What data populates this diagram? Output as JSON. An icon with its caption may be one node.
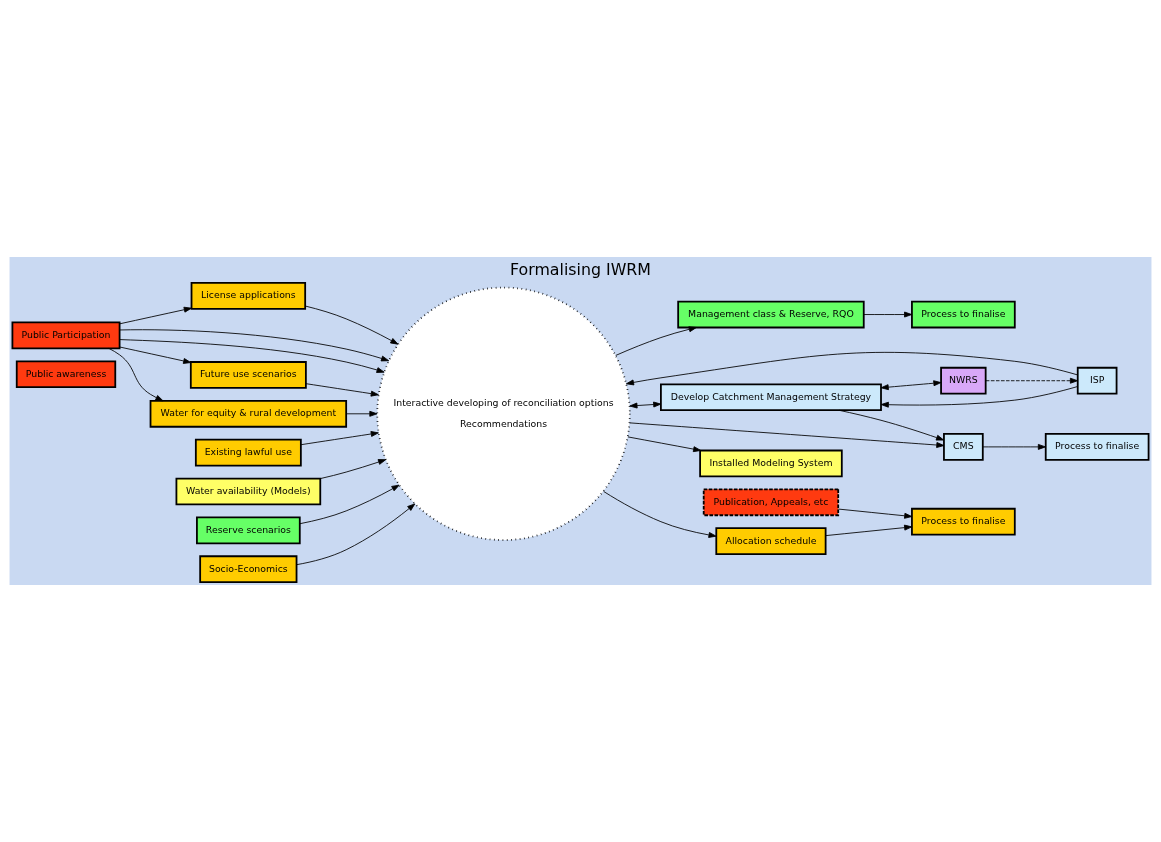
{
  "diagram": {
    "title": "Formalising IWRM",
    "nodes": [
      {
        "text": [
          "Public awareness"
        ]
      },
      {
        "text": [
          "Public Participation"
        ]
      },
      {
        "text": [
          "Publication, Appeals, etc"
        ]
      },
      {
        "text": [
          "Existing lawful use"
        ]
      },
      {
        "text": [
          "Water availability (Models)"
        ]
      },
      {
        "text": [
          "Reserve scenarios"
        ]
      },
      {
        "text": [
          "ISP"
        ]
      },
      {
        "text": [
          "License applications"
        ]
      },
      {
        "text": [
          "Interactive developing of reconciliation options",
          "Recommendations"
        ]
      },
      {
        "text": [
          "Develop Catchment Management Strategy"
        ]
      },
      {
        "text": [
          "NWRS"
        ]
      },
      {
        "text": [
          "Future use scenarios"
        ]
      },
      {
        "text": [
          "Water for equity & rural development"
        ]
      },
      {
        "text": [
          "Socio-Economics"
        ]
      },
      {
        "text": [
          "Allocation schedule"
        ]
      },
      {
        "text": [
          "Installed Modeling System"
        ]
      },
      {
        "text": [
          "Management class & Reserve, RQO"
        ]
      },
      {
        "text": [
          "CMS"
        ]
      },
      {
        "text": [
          "Process to finalise"
        ]
      },
      {
        "text": [
          "Process to finalise"
        ]
      },
      {
        "text": [
          "Process to finalise"
        ]
      }
    ],
    "edges": [
      {
        "from": 3,
        "to": 8,
        "arrow": "to"
      },
      {
        "from": 4,
        "to": 8,
        "arrow": "to"
      },
      {
        "from": 5,
        "to": 8,
        "arrow": "to"
      },
      {
        "from": 6,
        "to": 8,
        "arrow": "to"
      },
      {
        "from": 6,
        "to": 9,
        "arrow": "to"
      },
      {
        "from": 10,
        "to": 6,
        "arrow": "to",
        "style": "dashed"
      },
      {
        "from": 1,
        "to": 7,
        "arrow": "to"
      },
      {
        "from": 7,
        "to": 8,
        "arrow": "to"
      },
      {
        "from": 1,
        "to": 8,
        "arrow": "to"
      },
      {
        "from": 1,
        "to": 11,
        "arrow": "to"
      },
      {
        "from": 11,
        "to": 8,
        "arrow": "to"
      },
      {
        "from": 1,
        "to": 8,
        "arrow": "to"
      },
      {
        "from": 1,
        "to": 12,
        "arrow": "to"
      },
      {
        "from": 12,
        "to": 8,
        "arrow": "to"
      },
      {
        "from": 13,
        "to": 8,
        "arrow": "to"
      },
      {
        "from": 8,
        "to": 14,
        "arrow": "to"
      },
      {
        "from": 8,
        "to": 9,
        "arrow": "both"
      },
      {
        "from": 9,
        "to": 10,
        "arrow": "both"
      },
      {
        "from": 8,
        "to": 15,
        "arrow": "to"
      },
      {
        "from": 8,
        "to": 16,
        "arrow": "to"
      },
      {
        "from": 8,
        "to": 17,
        "arrow": "to"
      },
      {
        "from": 9,
        "to": 17,
        "arrow": "to"
      },
      {
        "from": 14,
        "to": 18,
        "arrow": "to"
      },
      {
        "from": 2,
        "to": 18,
        "arrow": "to"
      },
      {
        "from": 16,
        "to": 19,
        "arrow": "to"
      },
      {
        "from": 17,
        "to": 20,
        "arrow": "to"
      }
    ]
  }
}
